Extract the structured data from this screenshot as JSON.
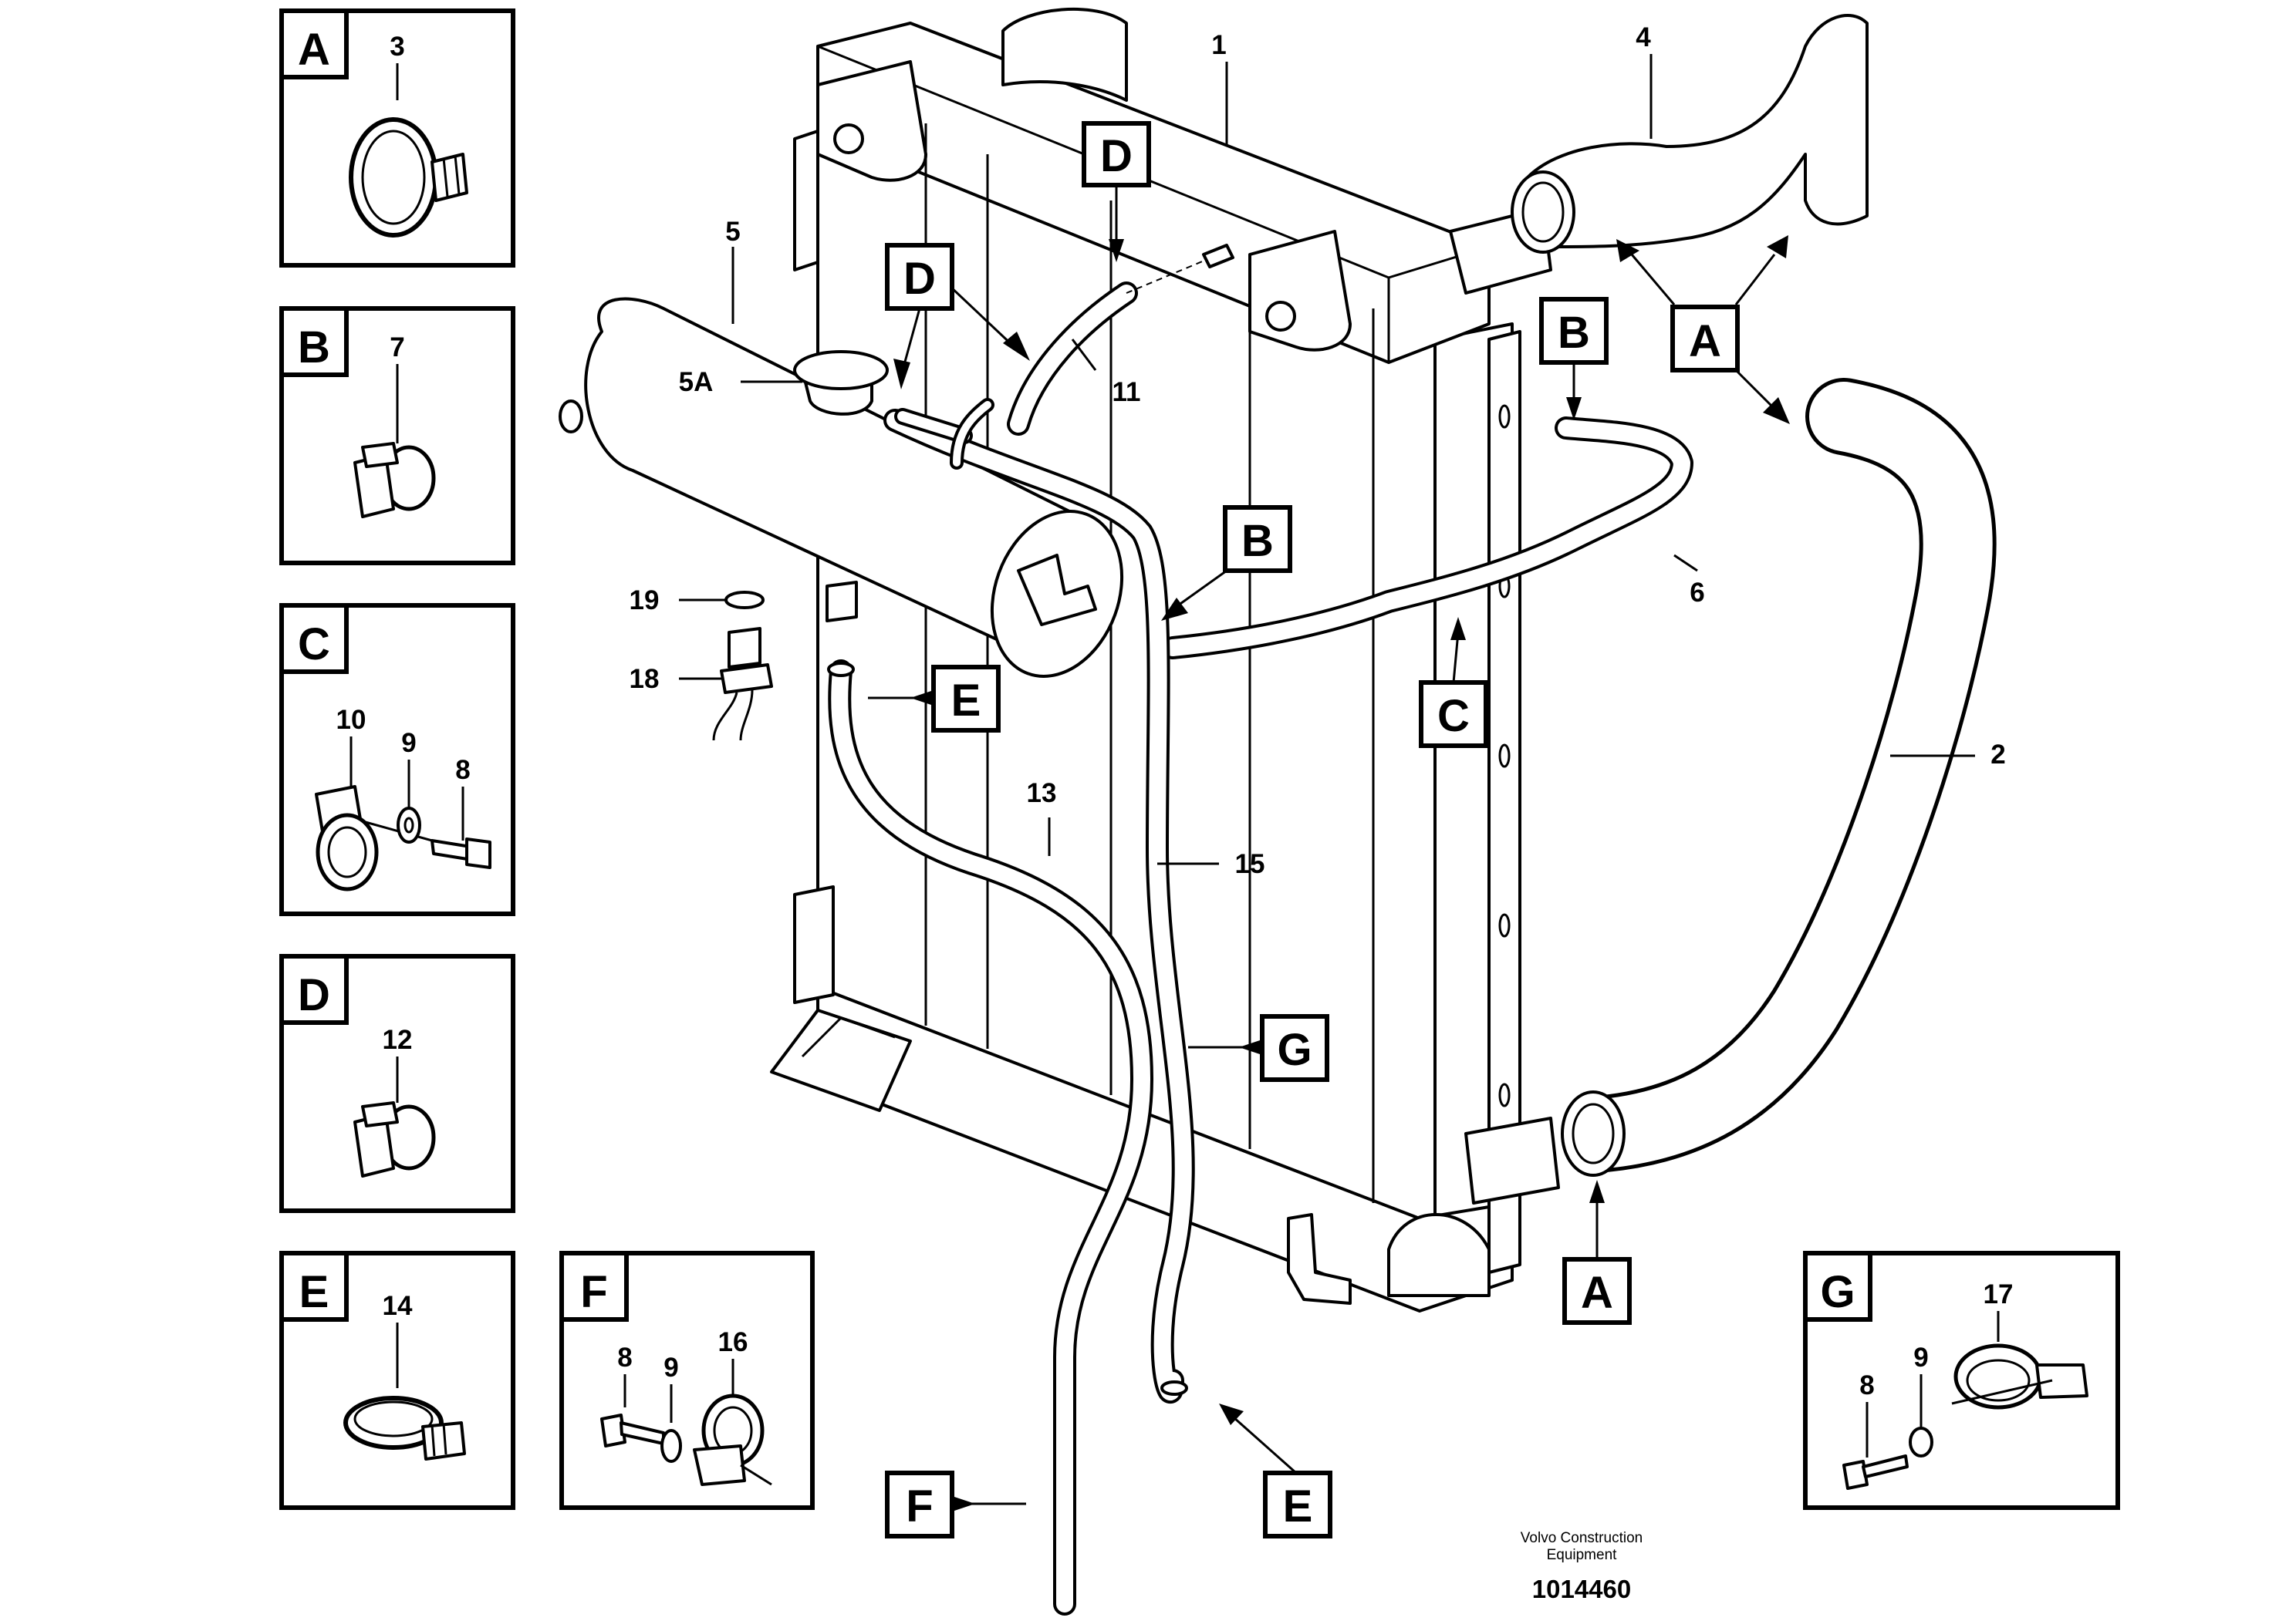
{
  "legend_panels": [
    {
      "letter": "A",
      "parts": [
        "3"
      ]
    },
    {
      "letter": "B",
      "parts": [
        "7"
      ]
    },
    {
      "letter": "C",
      "parts": [
        "10",
        "9",
        "8"
      ]
    },
    {
      "letter": "D",
      "parts": [
        "12"
      ]
    },
    {
      "letter": "E",
      "parts": [
        "14"
      ]
    },
    {
      "letter": "F",
      "parts": [
        "8",
        "9",
        "16"
      ]
    },
    {
      "letter": "G",
      "parts": [
        "17",
        "9",
        "8"
      ]
    }
  ],
  "callouts": [
    "1",
    "2",
    "4",
    "5",
    "5A",
    "6",
    "11",
    "13",
    "15",
    "18",
    "19"
  ],
  "markers": [
    "D",
    "D",
    "A",
    "B",
    "B",
    "C",
    "E",
    "G",
    "A",
    "E",
    "F"
  ],
  "footer": {
    "brand_line1": "Volvo Construction",
    "brand_line2": "Equipment",
    "doc_number": "1014460"
  }
}
